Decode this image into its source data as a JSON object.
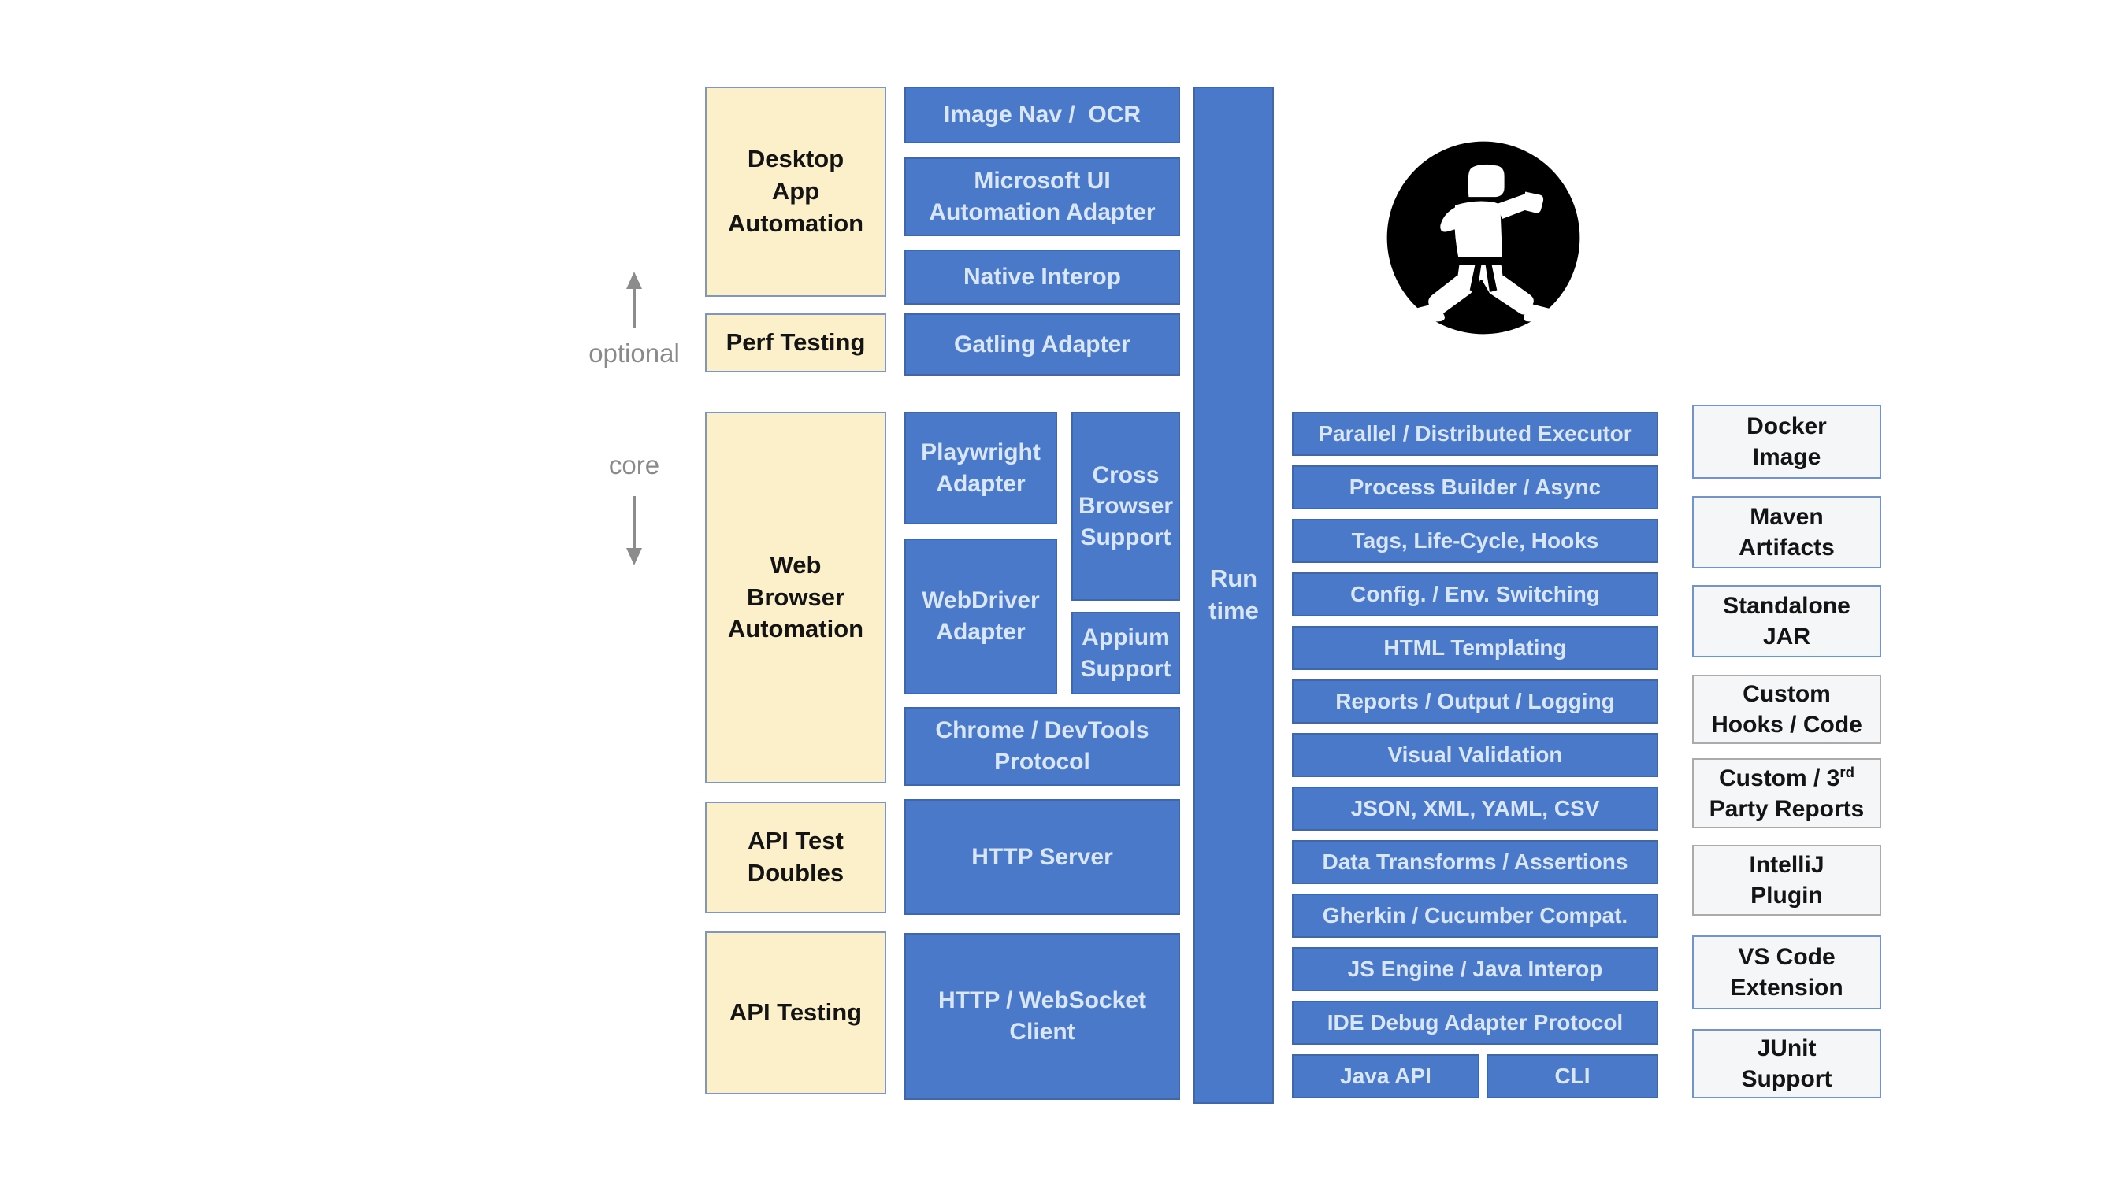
{
  "icons": {
    "logo": "karate-figure-logo",
    "optional_arrow": "up-arrow",
    "core_arrow": "down-arrow"
  },
  "colors": {
    "blue_fill": "#4A79CA",
    "blue_border": "#3D68B0",
    "blue_text": "#D8E6F6",
    "cream_fill": "#FBF0CA",
    "cream_border": "#8096C0",
    "artifact_fill": "#F5F6F7",
    "artifact_border_blue": "#7195CA",
    "artifact_border_gray": "#ABABAB",
    "side_label_gray": "#8A8A8A",
    "logo_black": "#000000"
  },
  "side_labels": {
    "optional": "optional",
    "core": "core"
  },
  "cream_boxes": {
    "desktop": "Desktop\nApp\nAutomation",
    "perf": "Perf Testing",
    "web": "Web\nBrowser\nAutomation",
    "doubles": "API Test\nDoubles",
    "api": "API Testing"
  },
  "adapters": {
    "image_nav": "Image Nav /  OCR",
    "ms_ui": "Microsoft UI\nAutomation Adapter",
    "native_interop": "Native Interop",
    "gatling": "Gatling Adapter",
    "playwright": "Playwright\nAdapter",
    "cross_browser": "Cross\nBrowser\nSupport",
    "webdriver": "WebDriver\nAdapter",
    "appium": "Appium\nSupport",
    "cdp": "Chrome / DevTools\nProtocol",
    "http_server": "HTTP Server",
    "http_client": "HTTP / WebSocket\nClient"
  },
  "runtime_label": "Run\ntime",
  "runtime_features": [
    "Parallel / Distributed Executor",
    "Process Builder / Async",
    "Tags, Life-Cycle, Hooks",
    "Config. / Env. Switching",
    "HTML Templating",
    "Reports / Output / Logging",
    "Visual Validation",
    "JSON, XML, YAML, CSV",
    "Data Transforms / Assertions",
    "Gherkin / Cucumber Compat.",
    "JS Engine / Java Interop",
    "IDE Debug Adapter Protocol"
  ],
  "entrypoints": {
    "java_api": "Java API",
    "cli": "CLI"
  },
  "artifacts": [
    {
      "label": "Docker\nImage",
      "border": "blue"
    },
    {
      "label": "Maven\nArtifacts",
      "border": "blue"
    },
    {
      "label": "Standalone\nJAR",
      "border": "blue"
    },
    {
      "label": "Custom\nHooks / Code",
      "border": "gray"
    },
    {
      "prefix": "Custom / 3",
      "sup": "rd",
      "suffix": "Party Reports",
      "border": "gray"
    },
    {
      "label": "IntelliJ\nPlugin",
      "border": "gray"
    },
    {
      "label": "VS Code\nExtension",
      "border": "blue"
    },
    {
      "label": "JUnit\nSupport",
      "border": "blue"
    }
  ]
}
